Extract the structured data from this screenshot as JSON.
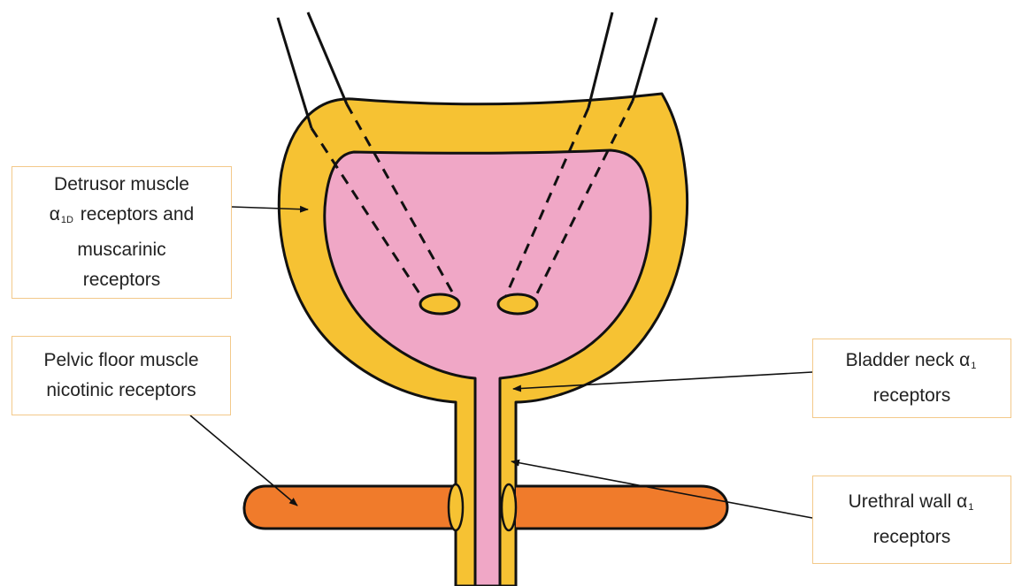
{
  "colors": {
    "muscle_wall": "#f6c233",
    "bladder_lumen": "#f0a7c6",
    "pelvic_floor": "#f07b2b",
    "outline": "#111111",
    "label_border": "#f3c98a"
  },
  "labels": {
    "detrusor": {
      "line1": "Detrusor muscle",
      "line2_alpha": "α",
      "line2_sub": "1D",
      "line2_rest": " receptors and",
      "line3": "muscarinic",
      "line4": "receptors"
    },
    "pelvic_floor": {
      "line1": "Pelvic floor muscle",
      "line2": "nicotinic receptors"
    },
    "bladder_neck": {
      "line1_text": "Bladder neck α",
      "line1_sub": "1",
      "line2": "receptors"
    },
    "urethral_wall": {
      "line1_text": "Urethral wall α",
      "line1_sub": "1",
      "line2": "receptors"
    }
  }
}
